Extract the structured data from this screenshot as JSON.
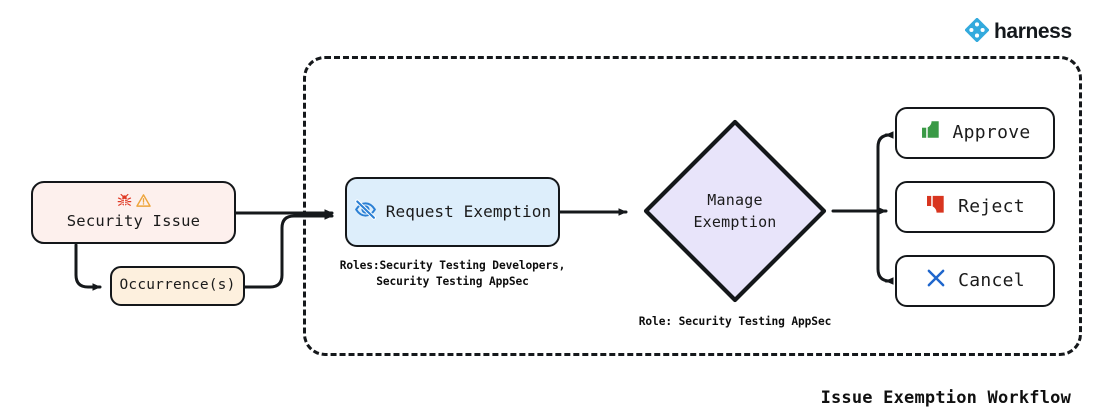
{
  "brand": {
    "logo_icon": "harness-diamond-logo-icon",
    "wordmark": "harness",
    "accent": "#33aadd"
  },
  "diagram": {
    "title": "Issue Exemption Workflow",
    "boundary_style": "dashed",
    "nodes": {
      "security_issue": {
        "label": "Security Issue",
        "icons": [
          "bug-icon",
          "warning-triangle-icon"
        ],
        "bug_glyph": "🐞",
        "warning_glyph": "⚠",
        "fill": "#fdf0ed",
        "stroke": "#14171a",
        "shape": "rounded-rect"
      },
      "occurrences": {
        "label": "Occurrence(s)",
        "fill": "#fdf0de",
        "stroke": "#14171a",
        "shape": "rounded-rect"
      },
      "request_exemption": {
        "label": "Request Exemption",
        "icon": "eye-slash-icon",
        "icon_color": "#2a7fd4",
        "fill": "#ddeefb",
        "stroke": "#14171a",
        "shape": "rounded-rect"
      },
      "manage_exemption": {
        "label_line1": "Manage",
        "label_line2": "Exemption",
        "fill": "#e8e4fa",
        "stroke": "#14171a",
        "shape": "diamond"
      }
    },
    "actions": [
      {
        "id": "approve",
        "label": "Approve",
        "icon": "thumbs-up-icon",
        "icon_color": "#3a9a46"
      },
      {
        "id": "reject",
        "label": "Reject",
        "icon": "thumbs-down-icon",
        "icon_color": "#d8351f"
      },
      {
        "id": "cancel",
        "label": "Cancel",
        "icon": "cross-x-icon",
        "icon_color": "#1f66cc"
      }
    ],
    "captions": {
      "request_roles_line1": "Roles:Security Testing Developers,",
      "request_roles_line2": "Security Testing AppSec",
      "manage_role": "Role: Security Testing AppSec"
    }
  }
}
